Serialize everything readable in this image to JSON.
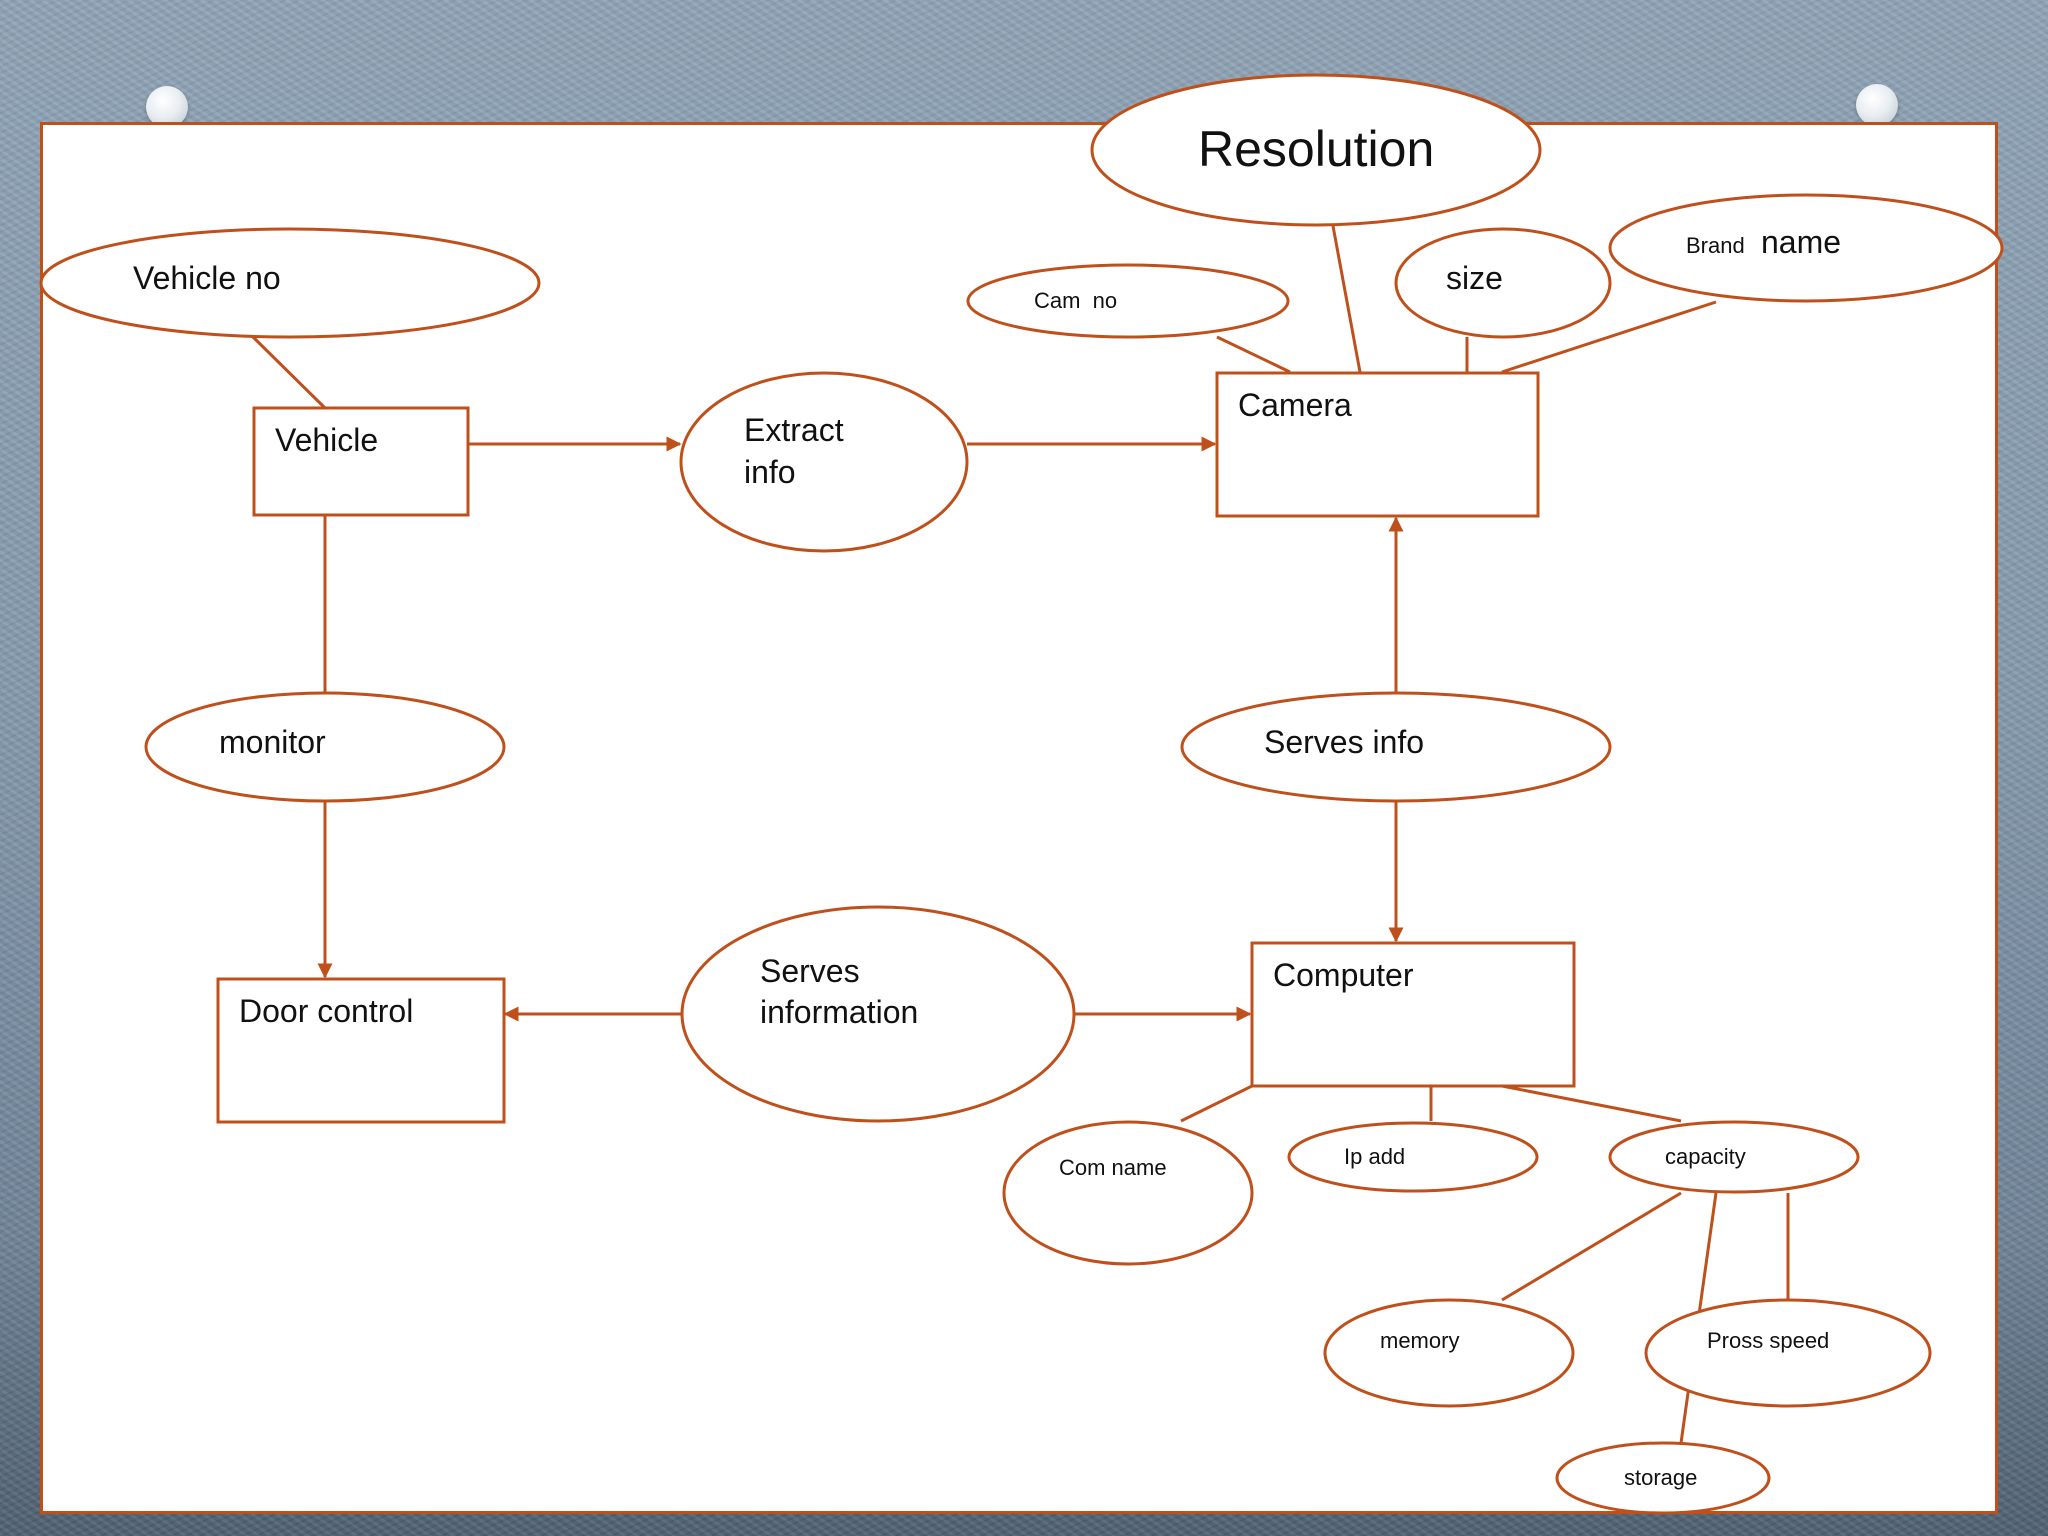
{
  "colors": {
    "stroke": "#c0501b",
    "text": "#111111",
    "background": "#8fa3b5",
    "board": "#ffffff"
  },
  "entities": {
    "vehicle": "Vehicle",
    "camera": "Camera",
    "door_control": "Door control",
    "computer": "Computer"
  },
  "relationships": {
    "extract_info": [
      "Extract",
      "info"
    ],
    "monitor": "monitor",
    "serves_info": "Serves info",
    "serves_information": [
      "Serves",
      "information"
    ]
  },
  "attributes": {
    "vehicle_no": "Vehicle no",
    "resolution": "Resolution",
    "cam_no": "Cam  no",
    "size": "size",
    "brand": "Brand",
    "brand_name": "name",
    "com_name": "Com name",
    "ip_add": "Ip add",
    "capacity": "capacity",
    "memory": "memory",
    "pross_speed": "Pross speed",
    "storage": "storage"
  }
}
